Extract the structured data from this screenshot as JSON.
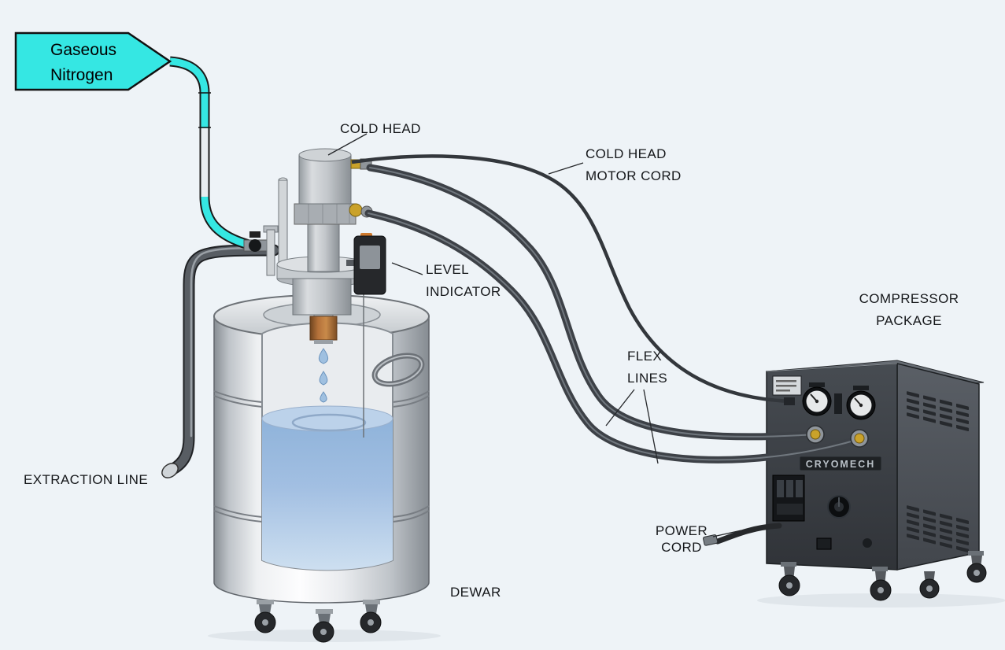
{
  "banner": {
    "line1": "Gaseous",
    "line2": "Nitrogen"
  },
  "labels": {
    "cold_head": "COLD HEAD",
    "cold_head_motor_cord": [
      "COLD HEAD",
      "MOTOR CORD"
    ],
    "level_indicator": [
      "LEVEL",
      "INDICATOR"
    ],
    "compressor_package": [
      "COMPRESSOR",
      "PACKAGE"
    ],
    "flex_lines": [
      "FLEX",
      "LINES"
    ],
    "power_cord": [
      "POWER",
      "CORD"
    ],
    "extraction_line": "EXTRACTION LINE",
    "dewar": "DEWAR"
  },
  "compressor": {
    "brand": "CRYOMECH"
  },
  "colors": {
    "background": "#eef3f7",
    "banner_cyan": "#35e7e3",
    "liquid_blue": "#a2bfe2",
    "hose_gray": "#45494e",
    "compressor_dark": "#34383d",
    "brass": "#caa22a"
  }
}
